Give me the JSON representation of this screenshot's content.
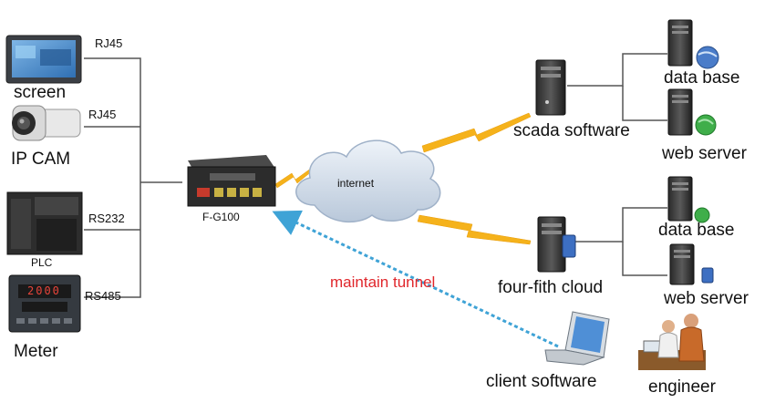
{
  "devices": {
    "screen": "screen",
    "ip_cam": "IP CAM",
    "plc": "PLC",
    "meter": "Meter",
    "meter_display": "2000"
  },
  "ports": {
    "screen": "RJ45",
    "ip_cam": "RJ45",
    "plc": "RS232",
    "meter": "RS485"
  },
  "gateway": "F-G100",
  "cloud": "internet",
  "tunnel": "maintain tunnel",
  "servers": {
    "scada": "scada software",
    "scada_db": "data base",
    "scada_web": "web server",
    "cloud_platform": "four-fith cloud",
    "cloud_db": "data base",
    "cloud_web": "web server"
  },
  "clients": {
    "client_software": "client software",
    "engineer": "engineer"
  },
  "colors": {
    "line": "#555555",
    "lightning": "#f5b21b",
    "tunnel": "#3fa3d6",
    "cloud": "#d8e3ef",
    "tunnel_text": "#e0262b"
  }
}
